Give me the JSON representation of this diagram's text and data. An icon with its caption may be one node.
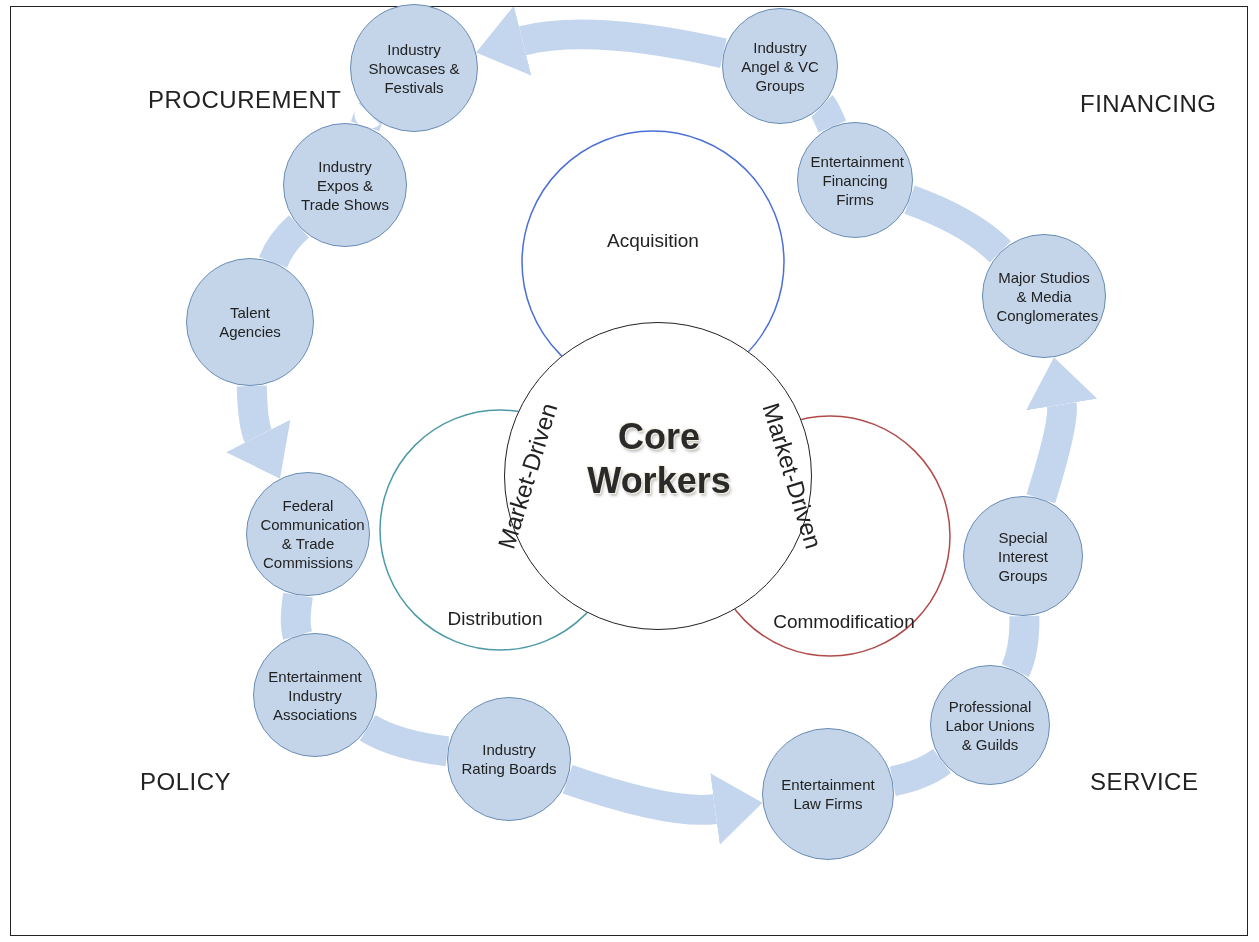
{
  "diagram": {
    "nodes": [
      {
        "text": [
          "Industry Showcases & Festivals"
        ]
      },
      {
        "text": [
          "Industry Angel & VC Groups"
        ]
      },
      {
        "text": [
          "Industry Expos & Trade Shows"
        ]
      },
      {
        "text": [
          "Entertainment Financing Firms"
        ]
      },
      {
        "text": [
          "Talent Agencies"
        ]
      },
      {
        "text": [
          "Acquisition"
        ]
      },
      {
        "text": [
          "Major Studios & Media Conglomerates"
        ]
      },
      {
        "text": [
          "Core Workers"
        ]
      },
      {
        "text": [
          "Federal Communication & Trade Commissions"
        ]
      },
      {
        "text": [
          "Distribution"
        ]
      },
      {
        "text": [
          "Commodification"
        ]
      },
      {
        "text": [
          "Special Interest Groups"
        ]
      },
      {
        "text": [
          "Entertainment Industry Associations"
        ]
      },
      {
        "text": [
          "Professional Labor Unions & Guilds"
        ]
      },
      {
        "text": [
          "Industry Rating Boards"
        ]
      },
      {
        "text": [
          "Entertainment Law Firms"
        ]
      }
    ],
    "edges": [
      {
        "from": 6,
        "to": 3,
        "arrow": "none"
      },
      {
        "from": 3,
        "to": 1,
        "arrow": "none"
      },
      {
        "from": 1,
        "to": 0,
        "arrow": "to"
      },
      {
        "from": 0,
        "to": 2,
        "arrow": "none"
      },
      {
        "from": 2,
        "to": 4,
        "arrow": "none"
      },
      {
        "from": 4,
        "to": 8,
        "arrow": "to"
      },
      {
        "from": 8,
        "to": 12,
        "arrow": "none"
      },
      {
        "from": 12,
        "to": 14,
        "arrow": "none"
      },
      {
        "from": 14,
        "to": 15,
        "arrow": "to"
      },
      {
        "from": 15,
        "to": 13,
        "arrow": "none"
      },
      {
        "from": 13,
        "to": 11,
        "arrow": "none"
      },
      {
        "from": 11,
        "to": 6,
        "arrow": "to"
      }
    ],
    "labels": [
      "PROCUREMENT",
      "FINANCING",
      "Market-Driven",
      "Market-Driven",
      "POLICY",
      "SERVICE"
    ]
  }
}
